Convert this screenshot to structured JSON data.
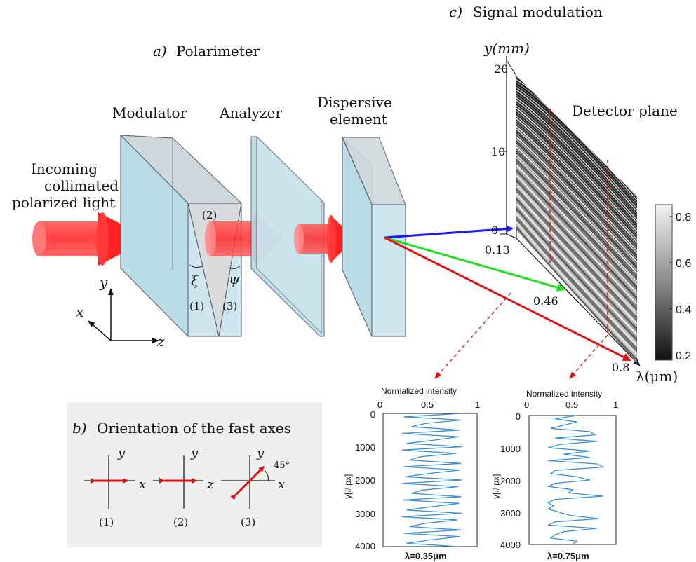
{
  "sections": {
    "a": {
      "letter": "a)",
      "title": "Polarimeter"
    },
    "b": {
      "letter": "b)",
      "title": "Orientation of the fast axes"
    },
    "c": {
      "letter": "c)",
      "title": "Signal modulation"
    }
  },
  "labels": {
    "incoming_line1": "Incoming",
    "incoming_line2": "collimated",
    "incoming_line3": "polarized light",
    "modulator": "Modulator",
    "analyzer": "Analyzer",
    "dispersive_line1": "Dispersive",
    "dispersive_line2": "element",
    "detector_plane": "Detector plane",
    "prism_2": "(2)",
    "prism_1": "(1)",
    "prism_3": "(3)",
    "angle_xi": "ξ",
    "angle_psi": "ψ"
  },
  "coordinate_axes": {
    "y": "y",
    "x": "x",
    "z": "z"
  },
  "fast_axes": [
    {
      "tag": "(1)",
      "vertical": "y",
      "horizontal": "x",
      "orientation": "horizontal"
    },
    {
      "tag": "(2)",
      "vertical": "y",
      "horizontal": "z",
      "orientation": "horizontal"
    },
    {
      "tag": "(3)",
      "vertical": "y",
      "horizontal": "x",
      "orientation": "diagonal",
      "angle_label": "45°"
    }
  ],
  "detector": {
    "y_axis_label": "y(mm)",
    "y_ticks": [
      "0",
      "10",
      "20"
    ],
    "lambda_axis_label": "λ(μm)",
    "lambda_ticks": [
      "0.13",
      "0.46",
      "0.8"
    ],
    "colorbar_ticks": [
      "0.8",
      "0.6",
      "0.4",
      "0.2"
    ],
    "ray_colors": {
      "blue": "#1a1aff",
      "green": "#22dd22",
      "red": "#e01010"
    }
  },
  "chart_data": [
    {
      "type": "line",
      "title": "Normalized intensity",
      "ylabel": "y[# px]",
      "caption": "λ=0.35μm",
      "xlim": [
        0,
        1
      ],
      "ylim": [
        0,
        4000
      ],
      "x_ticks": [
        "0",
        "0.5",
        "1"
      ],
      "y_ticks": [
        "0",
        "1000",
        "2000",
        "3000",
        "4000"
      ],
      "y": [
        0,
        100,
        200,
        300,
        400,
        500,
        600,
        700,
        800,
        900,
        1000,
        1100,
        1200,
        1300,
        1400,
        1500,
        1600,
        1700,
        1800,
        1900,
        2000,
        2100,
        2200,
        2300,
        2400,
        2500,
        2600,
        2700,
        2800,
        2900,
        3000,
        3100,
        3200,
        3300,
        3400,
        3500,
        3600,
        3700,
        3800,
        3900,
        4000
      ],
      "x": [
        0.84,
        0.22,
        0.83,
        0.45,
        0.3,
        0.82,
        0.2,
        0.8,
        0.55,
        0.25,
        0.84,
        0.2,
        0.78,
        0.4,
        0.28,
        0.83,
        0.22,
        0.82,
        0.5,
        0.24,
        0.84,
        0.2,
        0.8,
        0.42,
        0.3,
        0.83,
        0.21,
        0.81,
        0.52,
        0.25,
        0.84,
        0.2,
        0.79,
        0.45,
        0.28,
        0.83,
        0.22,
        0.82,
        0.5,
        0.25,
        0.8
      ]
    },
    {
      "type": "line",
      "title": "Normalized intensity",
      "ylabel": "y[# px]",
      "caption": "λ=0.75μm",
      "xlim": [
        0,
        1
      ],
      "ylim": [
        0,
        4000
      ],
      "x_ticks": [
        "0",
        "0.5",
        "1"
      ],
      "y_ticks": [
        "0",
        "1000",
        "2000",
        "3000",
        "4000"
      ],
      "y": [
        0,
        100,
        200,
        300,
        400,
        500,
        600,
        700,
        800,
        900,
        1000,
        1100,
        1200,
        1300,
        1400,
        1500,
        1600,
        1700,
        1800,
        1900,
        2000,
        2100,
        2200,
        2300,
        2400,
        2500,
        2600,
        2700,
        2800,
        2900,
        3000,
        3100,
        3200,
        3300,
        3400,
        3500,
        3600,
        3700,
        3800,
        3900,
        4000
      ],
      "x": [
        0.55,
        0.3,
        0.55,
        0.4,
        0.25,
        0.7,
        0.76,
        0.3,
        0.78,
        0.35,
        0.22,
        0.7,
        0.4,
        0.7,
        0.22,
        0.78,
        0.85,
        0.3,
        0.25,
        0.55,
        0.7,
        0.3,
        0.22,
        0.5,
        0.45,
        0.85,
        0.3,
        0.22,
        0.28,
        0.22,
        0.35,
        0.48,
        0.8,
        0.3,
        0.22,
        0.78,
        0.4,
        0.3,
        0.25,
        0.55,
        0.5
      ]
    }
  ]
}
